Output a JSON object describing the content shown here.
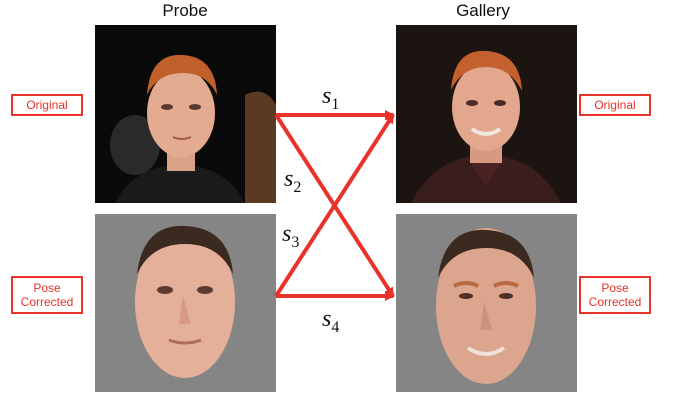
{
  "headers": {
    "probe": "Probe",
    "gallery": "Gallery"
  },
  "tags": {
    "probe_original": "Original",
    "gallery_original": "Original",
    "probe_corrected_line1": "Pose",
    "probe_corrected_line2": "Corrected",
    "gallery_corrected_line1": "Pose",
    "gallery_corrected_line2": "Corrected"
  },
  "scores": [
    {
      "symbol": "s",
      "sub": "1"
    },
    {
      "symbol": "s",
      "sub": "2"
    },
    {
      "symbol": "s",
      "sub": "3"
    },
    {
      "symbol": "s",
      "sub": "4"
    }
  ],
  "colors": {
    "arrow": "#e8322a",
    "corrected_bg": "#858585",
    "photo_bg_probe": "#0a0a0a",
    "photo_bg_gallery": "#1c1410"
  }
}
